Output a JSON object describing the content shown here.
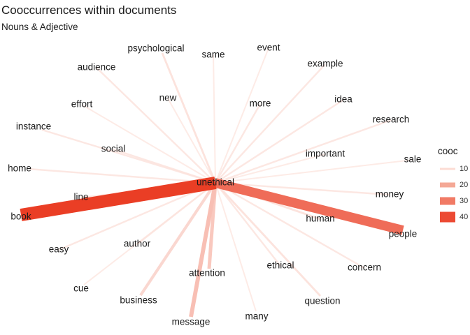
{
  "chart_data": {
    "type": "network",
    "title": "Cooccurrences within documents",
    "subtitle": "Nouns & Adjective",
    "center": "unethical",
    "edges": [
      {
        "target": "book",
        "cooc": 40
      },
      {
        "target": "people",
        "cooc": 30
      },
      {
        "target": "message",
        "cooc": 12
      },
      {
        "target": "attention",
        "cooc": 10
      },
      {
        "target": "business",
        "cooc": 8
      },
      {
        "target": "psychological",
        "cooc": 5
      },
      {
        "target": "question",
        "cooc": 5
      },
      {
        "target": "human",
        "cooc": 5
      },
      {
        "target": "home",
        "cooc": 4
      },
      {
        "target": "line",
        "cooc": 4
      },
      {
        "target": "instance",
        "cooc": 4
      },
      {
        "target": "audience",
        "cooc": 4
      },
      {
        "target": "social",
        "cooc": 4
      },
      {
        "target": "easy",
        "cooc": 4
      },
      {
        "target": "author",
        "cooc": 4
      },
      {
        "target": "example",
        "cooc": 4
      },
      {
        "target": "idea",
        "cooc": 4
      },
      {
        "target": "research",
        "cooc": 4
      },
      {
        "target": "more",
        "cooc": 4
      },
      {
        "target": "ethical",
        "cooc": 4
      },
      {
        "target": "concern",
        "cooc": 4
      },
      {
        "target": "money",
        "cooc": 4
      },
      {
        "target": "many",
        "cooc": 3
      },
      {
        "target": "cue",
        "cooc": 3
      },
      {
        "target": "effort",
        "cooc": 3
      },
      {
        "target": "new",
        "cooc": 3
      },
      {
        "target": "same",
        "cooc": 3
      },
      {
        "target": "event",
        "cooc": 3
      },
      {
        "target": "important",
        "cooc": 3
      },
      {
        "target": "sale",
        "cooc": 3
      }
    ],
    "legend": {
      "title": "cooc",
      "values": [
        10,
        20,
        30,
        40
      ],
      "colors": [
        "#fcdcd4",
        "#f4a896",
        "#f17a65",
        "#ec4a33"
      ]
    },
    "colors": {
      "low": "#fde8e2",
      "high": "#ea3e25"
    }
  }
}
